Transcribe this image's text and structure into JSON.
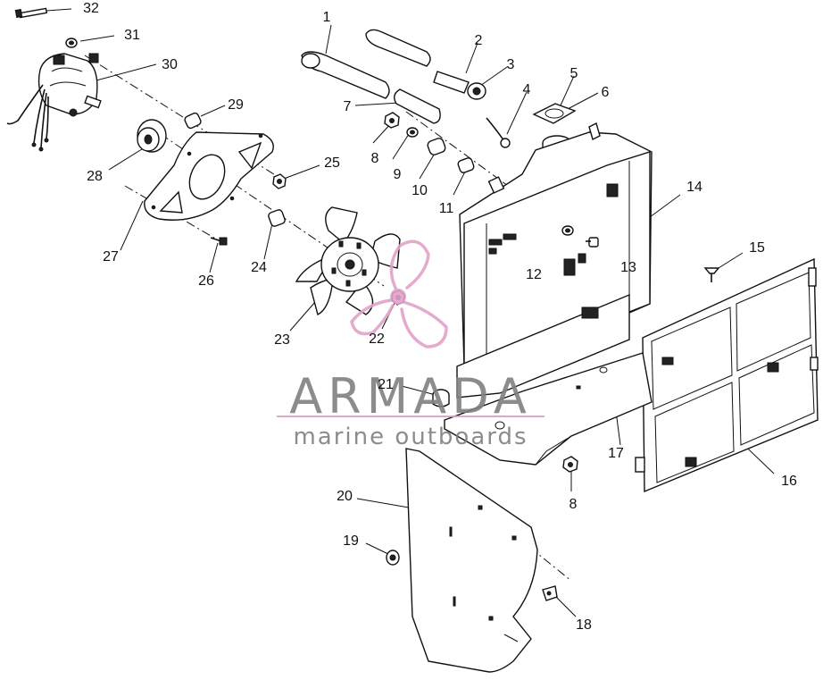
{
  "callouts": [
    "1",
    "2",
    "3",
    "4",
    "5",
    "6",
    "7",
    "8",
    "9",
    "10",
    "11",
    "12",
    "13",
    "14",
    "15",
    "16",
    "17",
    "8",
    "19",
    "20",
    "21",
    "22",
    "23",
    "24",
    "25",
    "26",
    "27",
    "28",
    "29",
    "30",
    "31",
    "32",
    "18"
  ],
  "watermark": {
    "brand": "ARMADA",
    "tagline": "marine outboards",
    "colors": {
      "text": "#808080",
      "accent": "#e0a3c8",
      "line": "#d9a0c0"
    }
  }
}
